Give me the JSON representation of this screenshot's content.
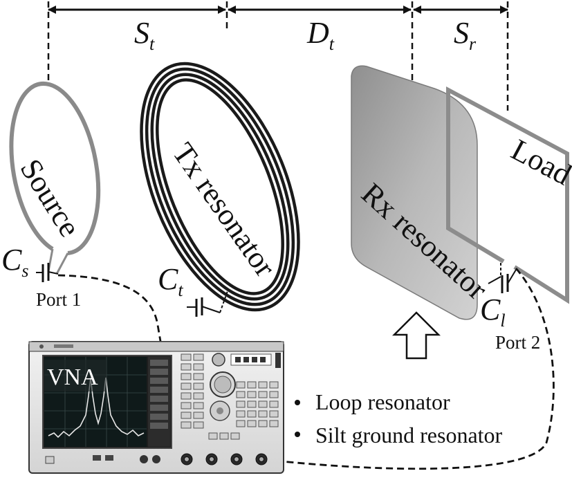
{
  "dimensions": {
    "s_t": {
      "main": "S",
      "sub": "t"
    },
    "d_t": {
      "main": "D",
      "sub": "t"
    },
    "s_r": {
      "main": "S",
      "sub": "r"
    }
  },
  "components": {
    "source": "Source",
    "tx_resonator": "Tx resonator",
    "rx_resonator": "Rx resonator",
    "load": "Load",
    "vna": "VNA"
  },
  "capacitors": {
    "cs": {
      "main": "C",
      "sub": "s"
    },
    "ct": {
      "main": "C",
      "sub": "t"
    },
    "cl": {
      "main": "C",
      "sub": "l"
    }
  },
  "ports": {
    "port1": "Port 1",
    "port2": "Port 2"
  },
  "bullets": [
    "Loop resonator",
    "Silt ground resonator"
  ],
  "colors": {
    "source_loop": "#8a8a8a",
    "tx_coil": "#1a1a1a",
    "rx_plate": "#9a9a9a",
    "load_frame": "#8c8c8c",
    "vna_body": "#e6e6e6",
    "vna_screen": "#2a2a2a"
  }
}
